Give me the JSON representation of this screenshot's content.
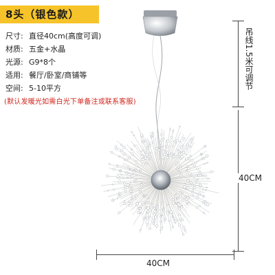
{
  "title": "8头（银色款）",
  "specs": [
    {
      "key": "尺寸:",
      "value": "直径40cm(高度可调)"
    },
    {
      "key": "材质:",
      "value": "五金+水晶"
    },
    {
      "key": "光源:",
      "value": "G9*8个"
    },
    {
      "key": "适用:",
      "value": "餐厅/卧室/商铺等"
    },
    {
      "key": "空间:",
      "value": "5-10平方"
    }
  ],
  "note": "(默认发暖光如需白光下单备注或联系客服)",
  "dimensions": {
    "cord_label": "吊线1.5米可调节",
    "height_label": "40CM",
    "width_label": "40CM"
  },
  "colors": {
    "tag_bg": "#f6c42a",
    "note": "#d0261d",
    "chrome": "#b7bcc2"
  }
}
